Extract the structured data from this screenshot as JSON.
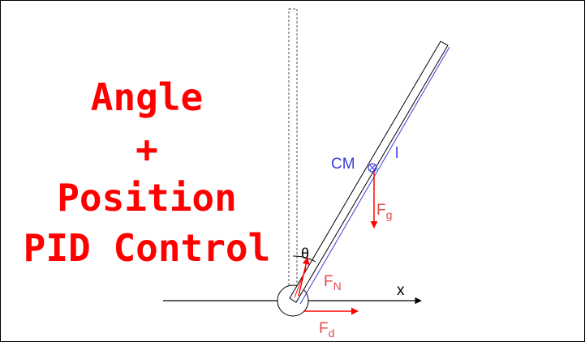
{
  "title": {
    "line1": "Angle",
    "line2": "+",
    "line3": "Position",
    "line4": "PID Control"
  },
  "labels": {
    "theta": "θ",
    "center_of_mass": "CM",
    "length": "l",
    "x_axis": "x",
    "gravity_force": {
      "base": "F",
      "sub": "g"
    },
    "normal_force": {
      "base": "F",
      "sub": "N"
    },
    "drive_force": {
      "base": "F",
      "sub": "d"
    }
  },
  "colors": {
    "title": "#ff0000",
    "force_arrows": "#ff0000",
    "force_labels": "#e64a4a",
    "cm_and_length": "#3c3cdc",
    "length_line": "#3c3cdc",
    "rod": "#000000",
    "upright_reference": "#555555"
  }
}
